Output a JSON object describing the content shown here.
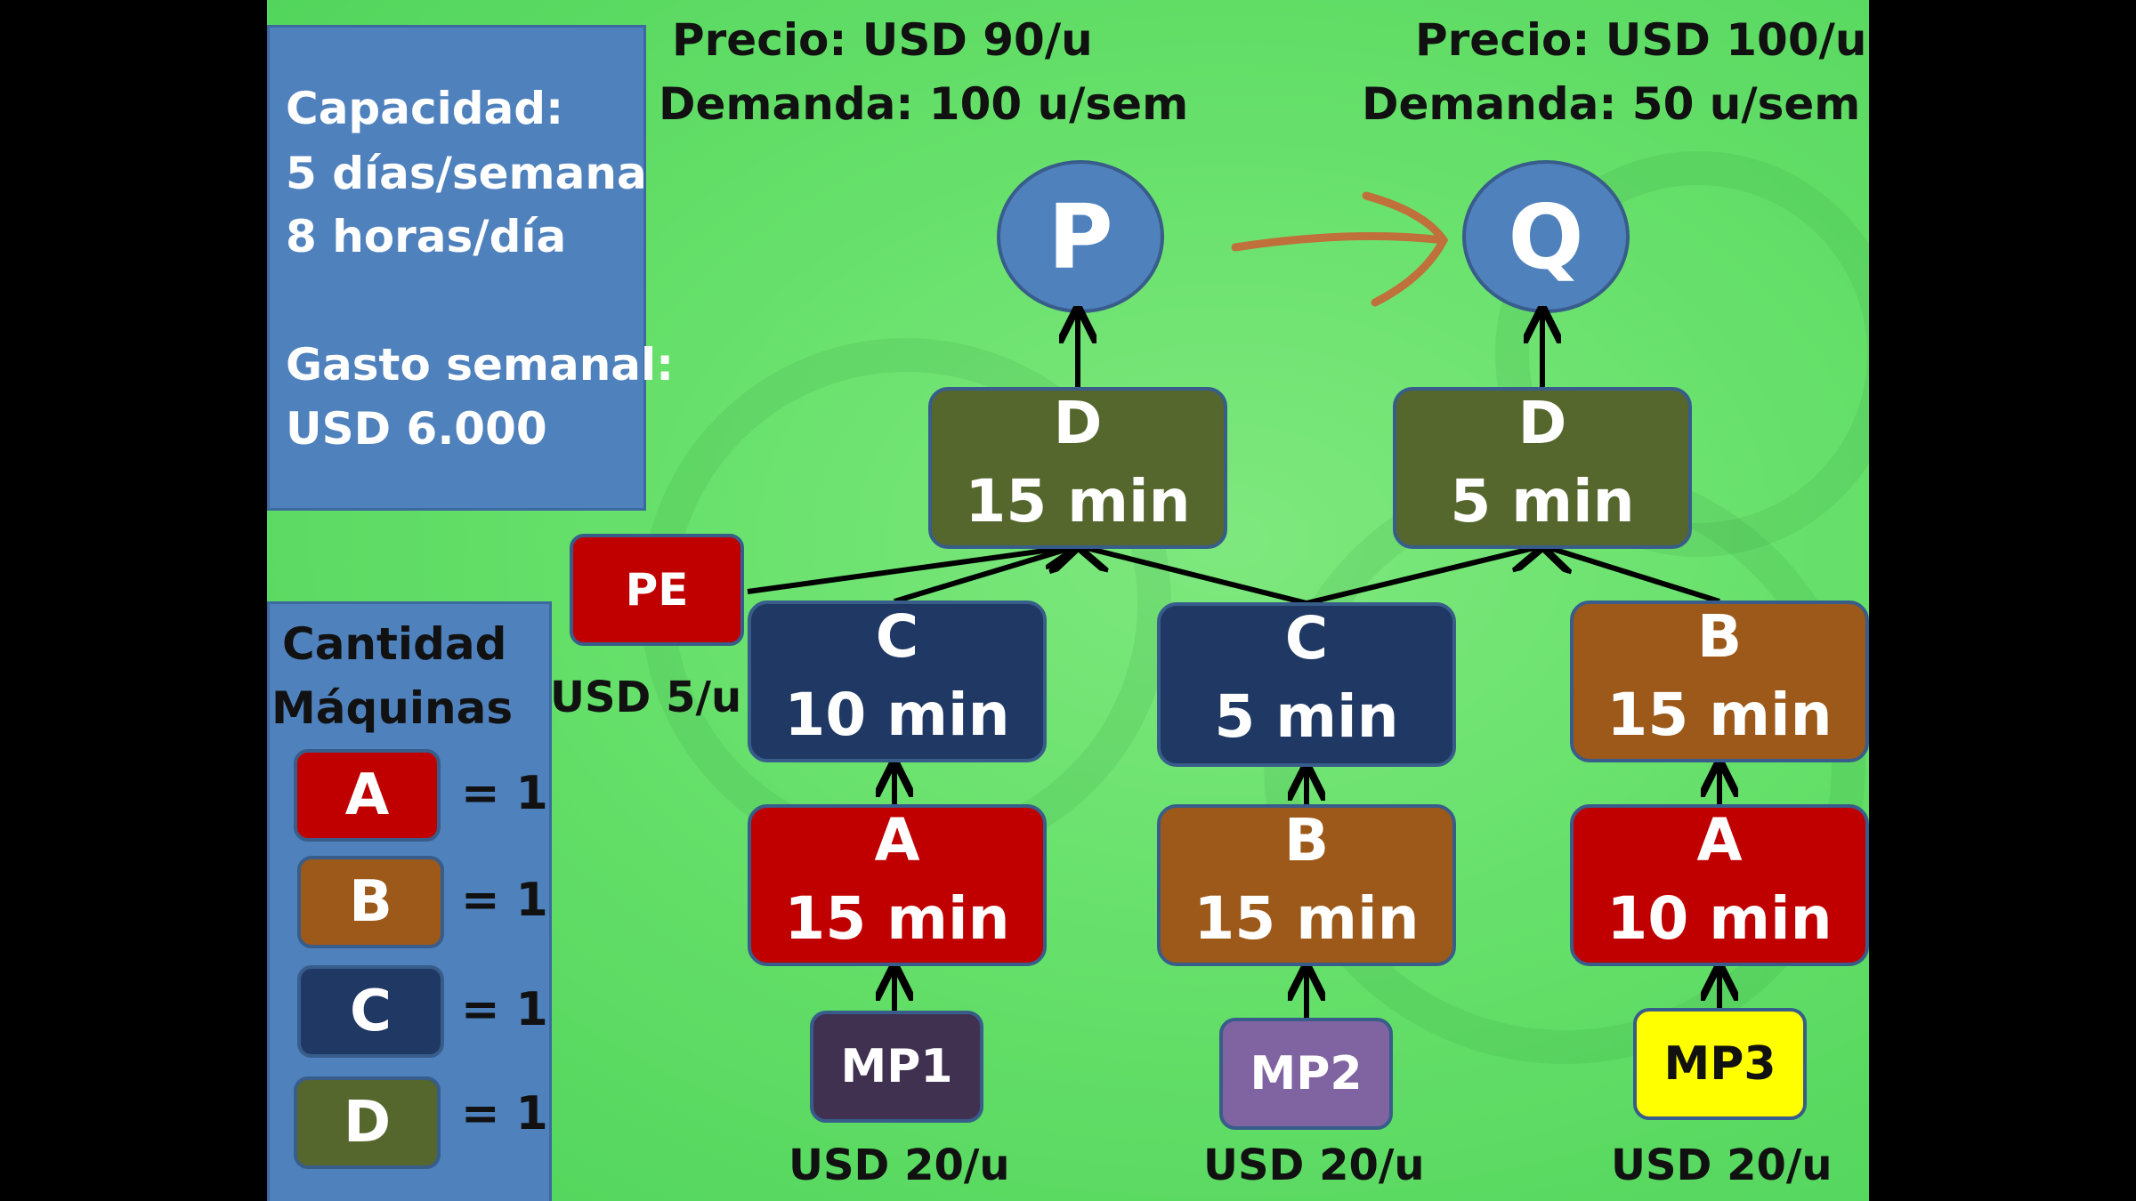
{
  "capacity_panel": {
    "lines": [
      "Capacidad:",
      "5 días/semana",
      "8 horas/día",
      "Gasto semanal:",
      "USD 6.000"
    ]
  },
  "products": {
    "P": {
      "label": "P",
      "price": "Precio: USD 90/u",
      "demand": "Demanda: 100 u/sem"
    },
    "Q": {
      "label": "Q",
      "price": "Precio: USD 100/u",
      "demand": "Demanda: 50 u/sem"
    }
  },
  "nodes": {
    "dP": {
      "machine": "D",
      "time": "15 min"
    },
    "dQ": {
      "machine": "D",
      "time": "5 min"
    },
    "c1": {
      "machine": "C",
      "time": "10 min"
    },
    "c2": {
      "machine": "C",
      "time": "5 min"
    },
    "b1": {
      "machine": "B",
      "time": "15 min"
    },
    "a1": {
      "machine": "A",
      "time": "15 min"
    },
    "b2": {
      "machine": "B",
      "time": "15 min"
    },
    "a2": {
      "machine": "A",
      "time": "10 min"
    }
  },
  "purchased_part": {
    "label": "PE",
    "price": "USD 5/u"
  },
  "raw_materials": [
    {
      "label": "MP1",
      "price": "USD 20/u",
      "color": "#403151"
    },
    {
      "label": "MP2",
      "price": "USD 20/u",
      "color": "#8064a2"
    },
    {
      "label": "MP3",
      "price": "USD 20/u",
      "color": "#ffff00"
    }
  ],
  "machines_legend": {
    "title_line1": "Cantidad",
    "title_line2": "Máquinas",
    "items": [
      {
        "label": "A",
        "qty": "= 1",
        "color": "#c00000"
      },
      {
        "label": "B",
        "qty": "= 1",
        "color": "#9c5919"
      },
      {
        "label": "C",
        "qty": "= 1",
        "color": "#1f3864"
      },
      {
        "label": "D",
        "qty": "= 1",
        "color": "#55672d"
      }
    ]
  },
  "colors": {
    "slide_bg": "#66e06a",
    "panel": "#4f81bd",
    "machine_A": "#c00000",
    "machine_B": "#9c5919",
    "machine_C": "#1f3864",
    "machine_D": "#55672d",
    "annotation_stroke": "#c0703a"
  }
}
